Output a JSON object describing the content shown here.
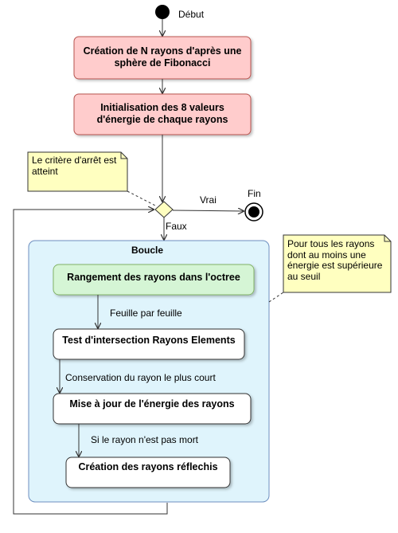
{
  "nodes": {
    "start_label": "Début",
    "step1": "Création de N rayons d'après une sphère de Fibonacci",
    "step2": "Initialisation des 8 valeurs d'énergie de chaque rayons",
    "end_label": "Fin",
    "loop_title": "Boucle",
    "inner1": "Rangement des rayons dans l'octree",
    "inner2": "Test d'intersection Rayons Elements",
    "inner3": "Mise à jour de l'énergie des rayons",
    "inner4": "Création des rayons réflechis"
  },
  "edges": {
    "vrai": "Vrai",
    "faux": "Faux",
    "e1": "Feuille par feuille",
    "e2": "Conservation du rayon le plus court",
    "e3": "Si le rayon n'est pas mort"
  },
  "notes": {
    "stop_note": "Le critère d'arrêt est atteint",
    "loop_note": "Pour tous les rayons dont au moins une énergie est supérieure au seuil"
  },
  "colors": {
    "action_fill": "#ffcccc",
    "action_stroke": "#b85450",
    "loop_fill": "#dff4fc",
    "loop_stroke": "#6c8ebf",
    "green_fill": "#d5f5d5",
    "note_fill": "#ffffc0"
  }
}
